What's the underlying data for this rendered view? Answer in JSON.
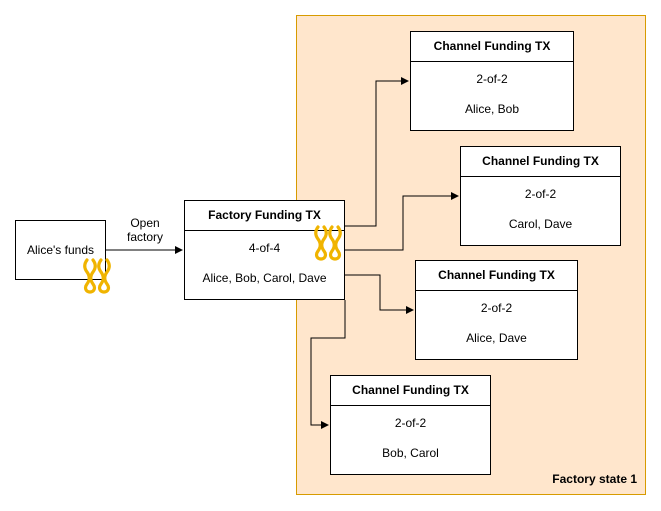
{
  "diagram": {
    "region_label": "Factory state 1",
    "alice_funds_label": "Alice's funds",
    "edge_label_open": "Open\nfactory",
    "factory": {
      "title": "Factory Funding TX",
      "multisig": "4-of-4",
      "participants": "Alice, Bob, Carol, Dave"
    },
    "channels": [
      {
        "title": "Channel Funding TX",
        "multisig": "2-of-2",
        "participants": "Alice, Bob"
      },
      {
        "title": "Channel Funding TX",
        "multisig": "2-of-2",
        "participants": "Carol, Dave"
      },
      {
        "title": "Channel Funding TX",
        "multisig": "2-of-2",
        "participants": "Alice, Dave"
      },
      {
        "title": "Channel Funding TX",
        "multisig": "2-of-2",
        "participants": "Bob, Carol"
      }
    ],
    "colors": {
      "region_fill": "#ffe6cc",
      "region_stroke": "#d79b00",
      "chain_icon": "#f0b400",
      "arrow": "#000000"
    },
    "icons": [
      "chain-link-icon",
      "chain-link-icon"
    ]
  }
}
